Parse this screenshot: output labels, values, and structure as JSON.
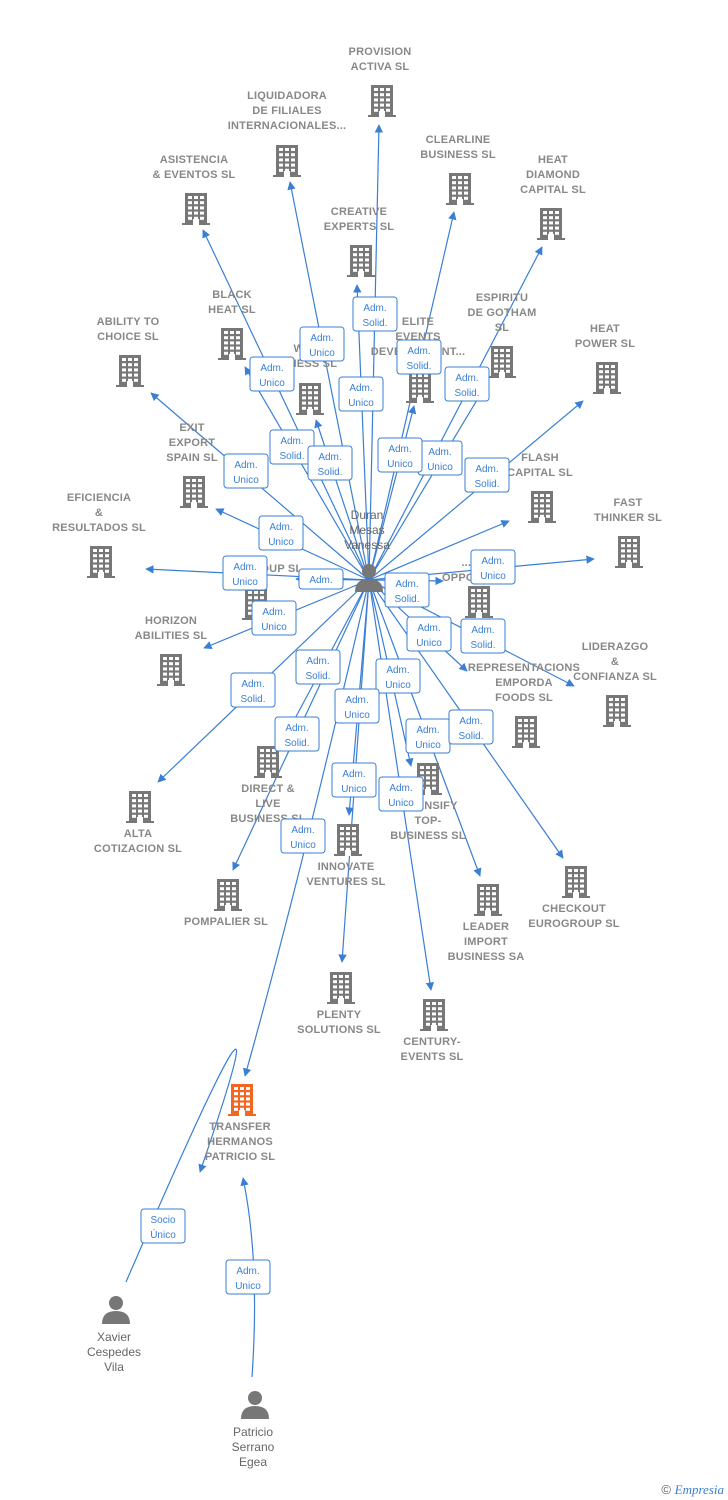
{
  "colors": {
    "edge": "#3a7fd5",
    "building": "#777777",
    "focus_building": "#f26522",
    "person": "#777777"
  },
  "footer": {
    "copyright": "©",
    "brand": "Empresia"
  },
  "hub": {
    "id": "duran",
    "label": [
      "Duran",
      "Mesas",
      "Vanessa"
    ]
  },
  "companies": [
    {
      "id": "provision",
      "label": [
        "PROVISION",
        "ACTIVA SL"
      ]
    },
    {
      "id": "liquidadora",
      "label": [
        "LIQUIDADORA",
        "DE FILIALES",
        "INTERNACIONALES..."
      ]
    },
    {
      "id": "clearline",
      "label": [
        "CLEARLINE",
        "BUSINESS SL"
      ]
    },
    {
      "id": "asistencia",
      "label": [
        "ASISTENCIA",
        "& EVENTOS SL"
      ]
    },
    {
      "id": "heatdiamond",
      "label": [
        "HEAT",
        "DIAMOND",
        "CAPITAL SL"
      ]
    },
    {
      "id": "creative",
      "label": [
        "CREATIVE",
        "EXPERTS SL"
      ]
    },
    {
      "id": "blackheat",
      "label": [
        "BLACK",
        "HEAT SL"
      ]
    },
    {
      "id": "espiritu",
      "label": [
        "ESPIRITU",
        "DE GOTHAM",
        "SL"
      ]
    },
    {
      "id": "ability",
      "label": [
        "ABILITY TO",
        "CHOICE SL"
      ]
    },
    {
      "id": "elite",
      "label": [
        "ELITE",
        "EVENTS",
        "DEVELOPMENT..."
      ]
    },
    {
      "id": "bworld",
      "label": [
        "B...",
        "WO...",
        "...NESS SL"
      ]
    },
    {
      "id": "heatpower",
      "label": [
        "HEAT",
        "POWER SL"
      ]
    },
    {
      "id": "exitexport",
      "label": [
        "EXIT",
        "EXPORT",
        "SPAIN SL"
      ]
    },
    {
      "id": "flash",
      "label": [
        "FLASH",
        "CAPITAL SL"
      ]
    },
    {
      "id": "eficiencia",
      "label": [
        "EFICIENCIA",
        "&",
        "RESULTADOS SL"
      ]
    },
    {
      "id": "fastthinker",
      "label": [
        "FAST",
        "THINKER SL"
      ]
    },
    {
      "id": "cgroup",
      "label": [
        "C...GROUP SL"
      ]
    },
    {
      "id": "opport",
      "label": [
        "...EA...",
        "OPPORT... SL"
      ]
    },
    {
      "id": "horizon",
      "label": [
        "HORIZON",
        "ABILITIES SL"
      ]
    },
    {
      "id": "liderazgo",
      "label": [
        "LIDERAZGO",
        "&",
        "CONFIANZA SL"
      ]
    },
    {
      "id": "representaciones",
      "label": [
        "REPRESENTACIONS",
        "EMPORDA",
        "FOODS SL"
      ]
    },
    {
      "id": "direct",
      "label": [
        "DIRECT &",
        "LIVE",
        "BUSINESS SL"
      ]
    },
    {
      "id": "intensify",
      "label": [
        "INTENSIFY",
        "TOP-",
        "BUSINESS SL"
      ]
    },
    {
      "id": "alta",
      "label": [
        "ALTA",
        "COTIZACION SL"
      ]
    },
    {
      "id": "innovate",
      "label": [
        "INNOVATE",
        "VENTURES SL"
      ]
    },
    {
      "id": "checkout",
      "label": [
        "CHECKOUT",
        "EUROGROUP SL"
      ]
    },
    {
      "id": "pompalier",
      "label": [
        "POMPALIER SL"
      ]
    },
    {
      "id": "leader",
      "label": [
        "LEADER",
        "IMPORT",
        "BUSINESS SA"
      ]
    },
    {
      "id": "plenty",
      "label": [
        "PLENTY",
        "SOLUTIONS SL"
      ]
    },
    {
      "id": "century",
      "label": [
        "CENTURY-",
        "EVENTS SL"
      ]
    },
    {
      "id": "transfer",
      "label": [
        "TRANSFER",
        "HERMANOS",
        "PATRICIO SL"
      ],
      "focus": true
    }
  ],
  "people": [
    {
      "id": "xavier",
      "label": [
        "Xavier",
        "Cespedes",
        "Vila"
      ]
    },
    {
      "id": "patricio",
      "label": [
        "Patricio",
        "Serrano",
        "Egea"
      ]
    }
  ],
  "edges": [
    {
      "from": "duran",
      "to": "provision",
      "badge": [
        "Adm.",
        "Solid."
      ]
    },
    {
      "from": "duran",
      "to": "liquidadora",
      "badge": [
        "Adm.",
        "Unico"
      ]
    },
    {
      "from": "duran",
      "to": "clearline",
      "badge": [
        "Adm.",
        "Unico"
      ]
    },
    {
      "from": "duran",
      "to": "asistencia",
      "badge": [
        "Adm.",
        "Solid."
      ]
    },
    {
      "from": "duran",
      "to": "heatdiamond",
      "badge": [
        "Adm.",
        "Unico"
      ]
    },
    {
      "from": "duran",
      "to": "creative",
      "badge": [
        "Adm.",
        "Unico"
      ]
    },
    {
      "from": "duran",
      "to": "blackheat",
      "badge": [
        "Adm.",
        "Unico"
      ]
    },
    {
      "from": "duran",
      "to": "espiritu",
      "badge": [
        "Adm.",
        "Solid."
      ]
    },
    {
      "from": "duran",
      "to": "ability",
      "badge": [
        "Adm.",
        "Unico"
      ]
    },
    {
      "from": "duran",
      "to": "elite",
      "badge": [
        "Adm.",
        "Solid."
      ]
    },
    {
      "from": "duran",
      "to": "bworld",
      "badge": [
        "Adm.",
        "Solid."
      ]
    },
    {
      "from": "duran",
      "to": "heatpower",
      "badge": [
        "Adm.",
        "Solid."
      ]
    },
    {
      "from": "duran",
      "to": "exitexport",
      "badge": [
        "Adm.",
        "Unico"
      ]
    },
    {
      "from": "duran",
      "to": "flash",
      "badge": [
        "Adm.",
        "Solid."
      ]
    },
    {
      "from": "duran",
      "to": "eficiencia",
      "badge": [
        "Adm.",
        "Unico"
      ]
    },
    {
      "from": "duran",
      "to": "fastthinker",
      "badge": [
        "Adm.",
        "Unico"
      ]
    },
    {
      "from": "duran",
      "to": "cgroup",
      "badge": [
        "Adm.",
        ""
      ]
    },
    {
      "from": "duran",
      "to": "opport",
      "badge": [
        "Adm.",
        "Solid."
      ]
    },
    {
      "from": "duran",
      "to": "horizon",
      "badge": [
        "Adm.",
        "Unico"
      ]
    },
    {
      "from": "duran",
      "to": "liderazgo",
      "badge": [
        "Adm.",
        "Solid."
      ]
    },
    {
      "from": "duran",
      "to": "representaciones",
      "badge": [
        "Adm.",
        "Unico"
      ]
    },
    {
      "from": "duran",
      "to": "direct",
      "badge": [
        "Adm.",
        "Solid."
      ]
    },
    {
      "from": "duran",
      "to": "intensify",
      "badge": [
        "Adm.",
        "Unico"
      ]
    },
    {
      "from": "duran",
      "to": "alta",
      "badge": [
        "Adm.",
        "Solid."
      ]
    },
    {
      "from": "duran",
      "to": "innovate",
      "badge": [
        "Adm.",
        "Unico"
      ]
    },
    {
      "from": "duran",
      "to": "checkout",
      "badge": [
        "Adm.",
        "Solid."
      ]
    },
    {
      "from": "duran",
      "to": "pompalier",
      "badge": [
        "Adm.",
        "Solid."
      ]
    },
    {
      "from": "duran",
      "to": "leader",
      "badge": [
        "Adm.",
        "Unico"
      ]
    },
    {
      "from": "duran",
      "to": "plenty",
      "badge": [
        "Adm.",
        "Unico"
      ]
    },
    {
      "from": "duran",
      "to": "century",
      "badge": [
        "Adm.",
        "Unico"
      ]
    },
    {
      "from": "duran",
      "to": "transfer",
      "badge": [
        "Adm.",
        "Unico"
      ]
    },
    {
      "from": "xavier",
      "to": "transfer",
      "badge": [
        "Socio",
        "Único"
      ]
    },
    {
      "from": "patricio",
      "to": "transfer",
      "badge": [
        "Adm.",
        "Unico"
      ]
    }
  ]
}
